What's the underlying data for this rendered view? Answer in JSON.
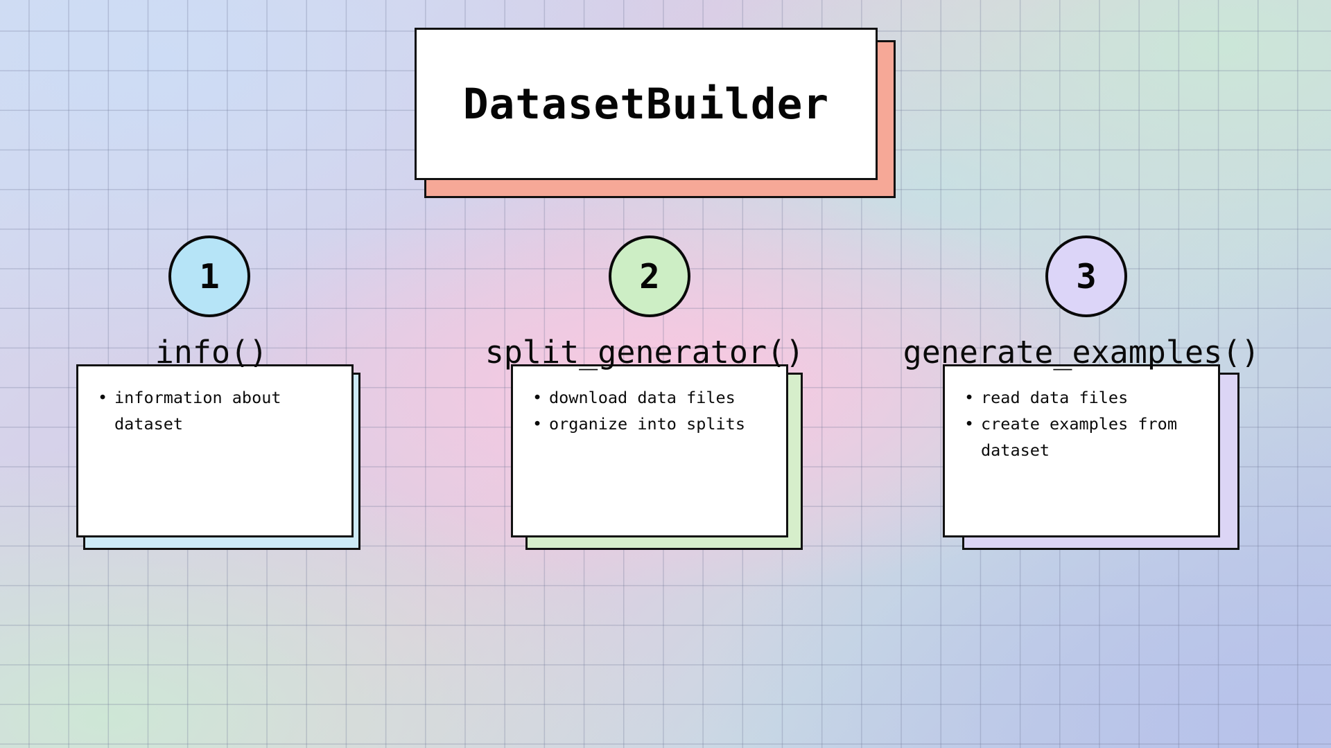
{
  "title": {
    "text": "DatasetBuilder",
    "card_color": "#ffffff",
    "shadow_color": "#f6a897",
    "border_color": "#111111"
  },
  "background": {
    "grid": "on",
    "palette": [
      "#d3dcf0",
      "#d7cfe8",
      "#e2cde0",
      "#cbe6d8",
      "#bdc6e8",
      "#fac8e1"
    ]
  },
  "steps": [
    {
      "number": "1",
      "label": "info()",
      "circle_color": "#b6e4f7",
      "shadow_color": "#cdeaf7",
      "bullets": [
        "information about\ndataset"
      ]
    },
    {
      "number": "2",
      "label": "split_generator()",
      "circle_color": "#cdeec5",
      "shadow_color": "#d6eecb",
      "bullets": [
        "download data files",
        "organize into splits"
      ]
    },
    {
      "number": "3",
      "label": "generate_examples()",
      "circle_color": "#dcd5f8",
      "shadow_color": "#dcd5f5",
      "bullets": [
        "read data files",
        "create examples from\ndataset"
      ]
    }
  ]
}
